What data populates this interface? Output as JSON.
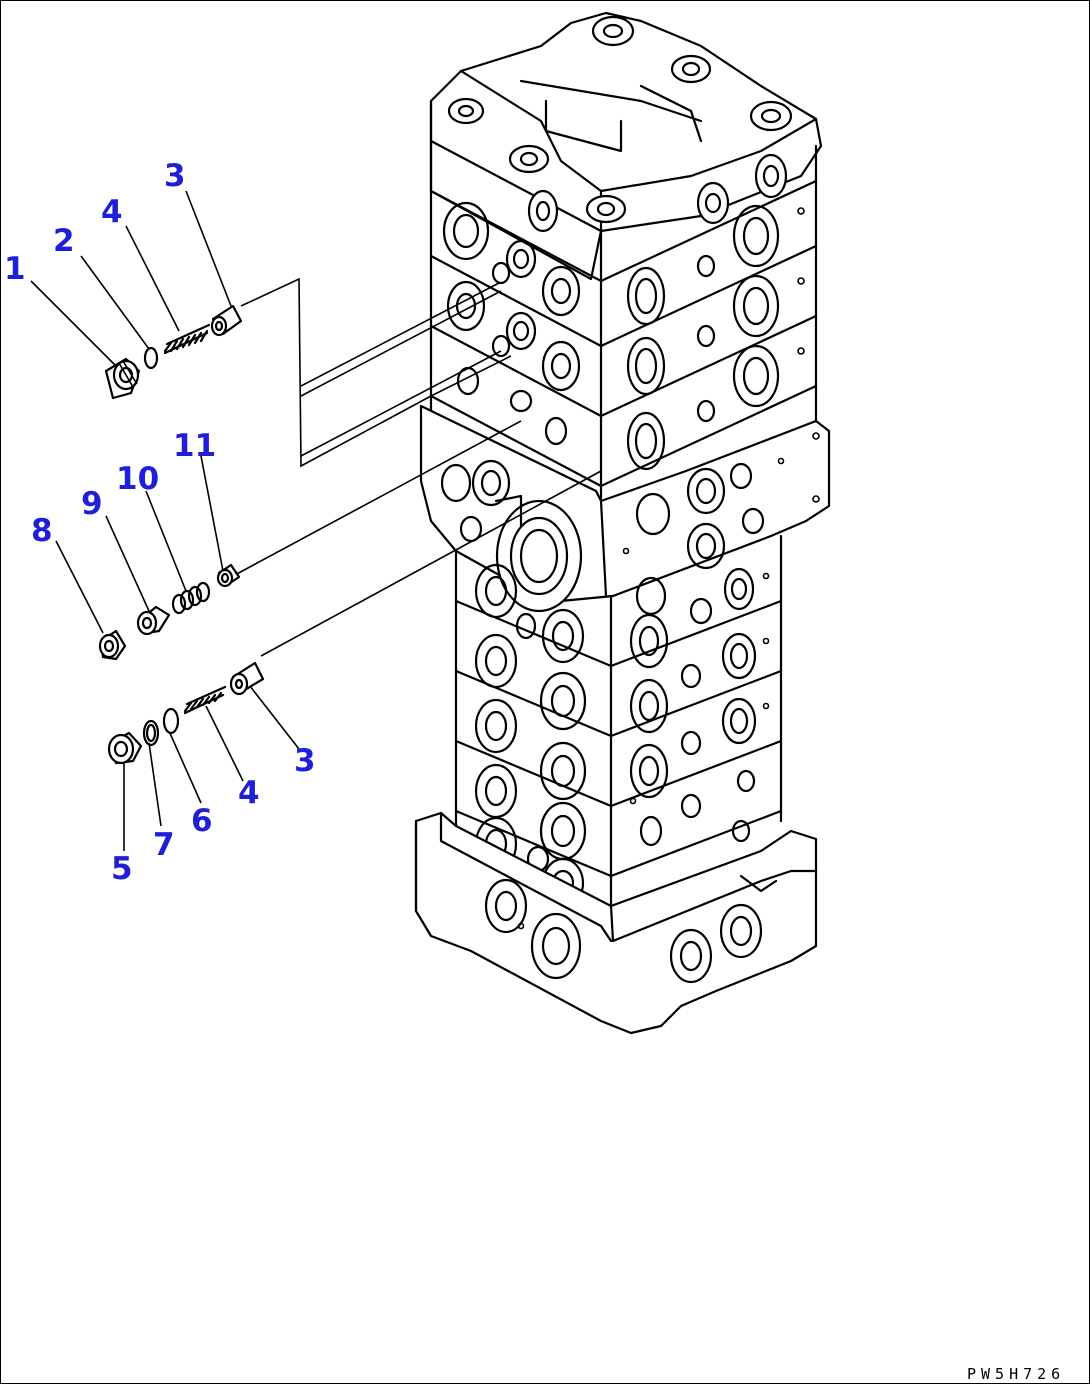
{
  "drawing_code": "PW5H726",
  "callouts": [
    {
      "id": "c1",
      "text": "1"
    },
    {
      "id": "c2",
      "text": "2"
    },
    {
      "id": "c4a",
      "text": "4"
    },
    {
      "id": "c3a",
      "text": "3"
    },
    {
      "id": "c11",
      "text": "11"
    },
    {
      "id": "c10",
      "text": "10"
    },
    {
      "id": "c9",
      "text": "9"
    },
    {
      "id": "c8",
      "text": "8"
    },
    {
      "id": "c3b",
      "text": "3"
    },
    {
      "id": "c4b",
      "text": "4"
    },
    {
      "id": "c6",
      "text": "6"
    },
    {
      "id": "c7",
      "text": "7"
    },
    {
      "id": "c5",
      "text": "5"
    }
  ],
  "colors": {
    "callout": "#1f1fd8",
    "line": "#000000",
    "background": "#ffffff"
  }
}
